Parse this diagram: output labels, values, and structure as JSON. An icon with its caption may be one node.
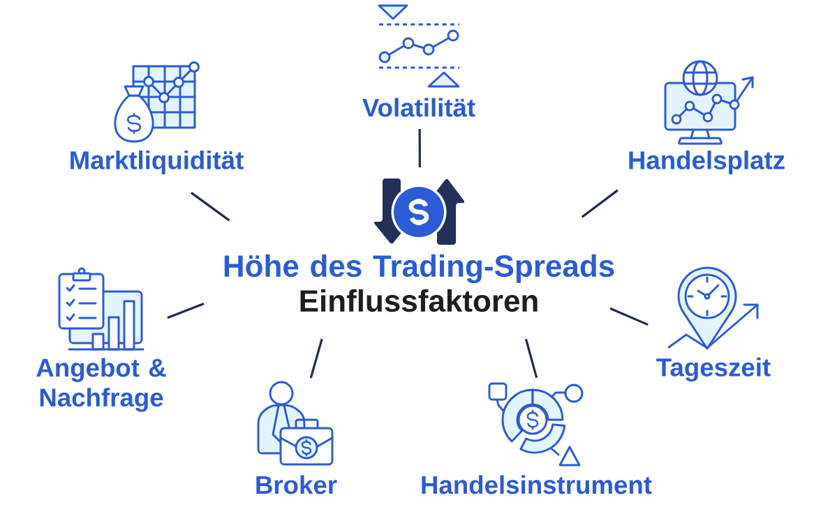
{
  "diagram": {
    "nodes": [
      {
        "text": [
          "Volatilität"
        ]
      },
      {
        "text": [
          "Marktliquidität"
        ]
      },
      {
        "text": [
          "Handelsplatz"
        ]
      },
      {
        "text": [
          "Höhe des Trading-Spreads",
          "Einflussfaktoren"
        ]
      },
      {
        "text": [
          "Angebot & Nachfrage"
        ]
      },
      {
        "text": [
          "Tageszeit"
        ]
      },
      {
        "text": [
          "Broker"
        ]
      },
      {
        "text": [
          "Handelsinstrument"
        ]
      }
    ],
    "edges": [
      {
        "from": 3,
        "to": 0,
        "arrow": "none"
      },
      {
        "from": 3,
        "to": 1,
        "arrow": "none"
      },
      {
        "from": 3,
        "to": 2,
        "arrow": "none"
      },
      {
        "from": 3,
        "to": 4,
        "arrow": "none"
      },
      {
        "from": 3,
        "to": 5,
        "arrow": "none"
      },
      {
        "from": 3,
        "to": 6,
        "arrow": "none"
      },
      {
        "from": 3,
        "to": 7,
        "arrow": "none"
      }
    ]
  }
}
